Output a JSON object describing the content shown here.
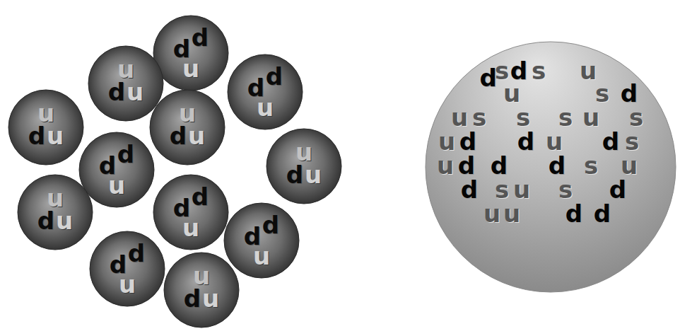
{
  "diagram": {
    "nodes": [
      {
        "text": [
          "d",
          "d",
          "u"
        ]
      },
      {
        "text": [
          "u",
          "d",
          "u"
        ]
      },
      {
        "text": [
          "d",
          "d",
          "u"
        ]
      },
      {
        "text": [
          "u",
          "d",
          "u"
        ]
      },
      {
        "text": [
          "u",
          "d",
          "u"
        ]
      },
      {
        "text": [
          "u",
          "d",
          "u"
        ]
      },
      {
        "text": [
          "d",
          "d",
          "u"
        ]
      },
      {
        "text": [
          "u",
          "d",
          "u"
        ]
      },
      {
        "text": [
          "d",
          "d",
          "u"
        ]
      },
      {
        "text": [
          "d",
          "d",
          "u"
        ]
      },
      {
        "text": [
          "d",
          "d",
          "u"
        ]
      },
      {
        "text": [
          "u",
          "d",
          "u"
        ]
      },
      {
        "text": [
          "d",
          "s",
          "d",
          "s",
          "u",
          "u",
          "s",
          "d",
          "u",
          "s",
          "s",
          "s",
          "u",
          "s",
          "u",
          "d",
          "d",
          "u",
          "d",
          "s",
          "u",
          "d",
          "d",
          "d",
          "s",
          "u",
          "d",
          "s",
          "u",
          "s",
          "d",
          "u",
          "u",
          "d",
          "d"
        ]
      }
    ]
  }
}
